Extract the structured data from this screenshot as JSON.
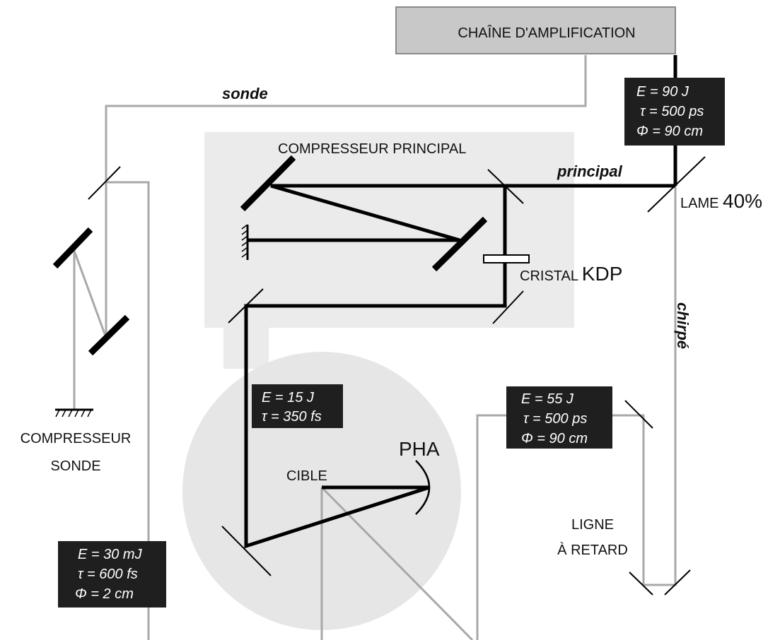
{
  "labels": {
    "amplifier_chain": "CHAÎNE D'AMPLIFICATION",
    "probe_beam": "sonde",
    "main_beam": "principal",
    "chirped_beam": "chirpé",
    "main_compressor": "COMPRESSEUR PRINCIPAL",
    "splitter_prefix": "LAME ",
    "splitter_value": "40%",
    "crystal_prefix": "CRISTAL ",
    "crystal_name": "KDP",
    "probe_compressor_line1": "COMPRESSEUR",
    "probe_compressor_line2": "SONDE",
    "detector": "PHA",
    "target": "CIBLE",
    "delay_line_line1": "LIGNE",
    "delay_line_line2": "À RETARD"
  },
  "parameter_boxes": {
    "amplifier_output": [
      "E = 90 J",
      "τ = 500 ps",
      "Φ = 90 cm"
    ],
    "compressed": [
      "E = 15 J",
      "τ = 350 fs"
    ],
    "chirped": [
      "E = 55 J",
      "τ = 500 ps",
      "Φ = 90 cm"
    ],
    "probe": [
      "E = 30 mJ",
      "τ = 600 fs",
      "Φ = 2 cm"
    ]
  },
  "colors": {
    "amplifier_box_fill": "#c8c8c8",
    "compressor_zone": "#ebebeb",
    "chamber_zone": "#e6e6e6",
    "parameter_box": "#1f1f1f",
    "thin_beam": "#a8a8a8",
    "main_beam": "#000000"
  }
}
